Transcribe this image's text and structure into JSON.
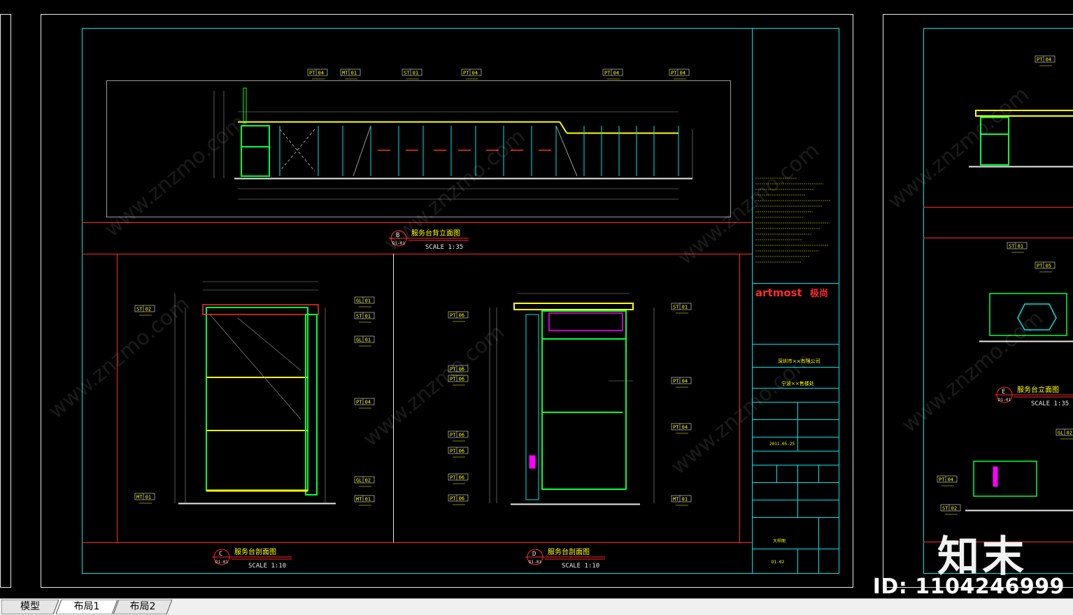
{
  "tabs": [
    {
      "label": "模型",
      "active": false
    },
    {
      "label": "布局1",
      "active": true
    },
    {
      "label": "布局2",
      "active": false
    }
  ],
  "watermark": {
    "site": "www.znzmo.com",
    "logo_text": "知末",
    "id_text": "ID: 1104246999"
  },
  "drawing": {
    "view_b": {
      "badge": "B",
      "sheet": "D1-01",
      "title": "服务台背立面图",
      "scale": "SCALE 1:35"
    },
    "view_c": {
      "badge": "C",
      "sheet": "D1-01",
      "title": "服务台剖面图",
      "scale": "SCALE 1:10"
    },
    "view_d": {
      "badge": "D",
      "sheet": "D1-01",
      "title": "服务台剖面图",
      "scale": "SCALE 1:10"
    },
    "view_e": {
      "badge": "E",
      "sheet": "D1-01",
      "title": "服务台立面图",
      "scale": "SCALE 1:35"
    },
    "title_block": {
      "brand": "artmost",
      "brand_cn": "极尚",
      "company": "深圳市××有限公司",
      "project": "宁波××售楼处",
      "date": "2011.05.25",
      "sheet_no": "D1-02",
      "sheet_title": "大样图"
    },
    "tags_top": [
      "PT 04",
      "MT 01",
      "ST 01",
      "PT 04",
      "PT 04",
      "PT 04"
    ],
    "tags_c_left": [
      "ST 02",
      "MT 01"
    ],
    "tags_c_right": [
      "GL 01",
      "ST 01",
      "GL 01",
      "PT 04",
      "GL 02",
      "MT 01"
    ],
    "tags_d_left": [
      "PT 06",
      "PT 06",
      "PT 06",
      "PT 06",
      "PT 06",
      "PT 06",
      "PT 06"
    ],
    "tags_d_right": [
      "ST 01",
      "PT 04",
      "PT 04",
      "MT 01"
    ],
    "tags_e": [
      "PT 04",
      "ST 01",
      "PT 05",
      "PT 04",
      "ST 02",
      "GL 02"
    ],
    "colors": {
      "frame": "#00e5e5",
      "red": "#ff2a2a",
      "green": "#00ff3c",
      "yellow": "#ffff00",
      "magenta": "#ff00ff",
      "white": "#e8e8e8"
    }
  }
}
